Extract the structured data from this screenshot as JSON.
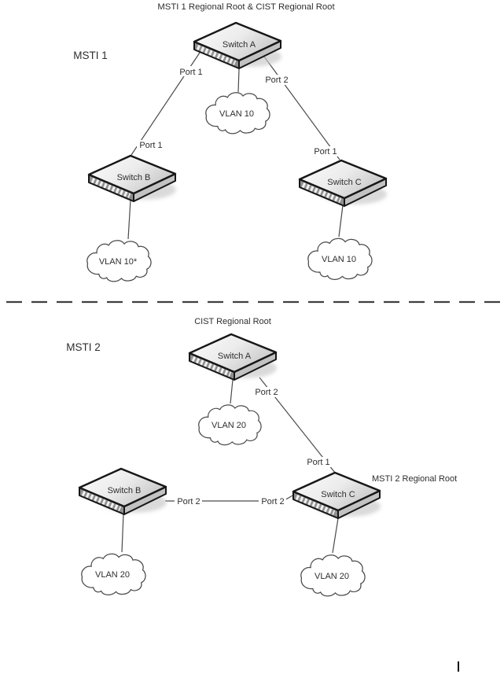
{
  "theme": {
    "background": "#ffffff",
    "ink": "#2e2e2e",
    "line": "#4a4a4a"
  },
  "diagram": {
    "msti1": {
      "title": "MSTI 1 Regional Root & CIST Regional Root",
      "region": "MSTI 1",
      "switch_a": {
        "label": "Switch A",
        "port1": "Port 1",
        "port2": "Port 2",
        "vlan": "VLAN 10"
      },
      "switch_b": {
        "label": "Switch B",
        "port1": "Port 1",
        "vlan": "VLAN 10*"
      },
      "switch_c": {
        "label": "Switch C",
        "port1": "Port 1",
        "vlan": "VLAN 10"
      }
    },
    "msti2": {
      "title": "CIST Regional Root",
      "region": "MSTI 2",
      "switch_a": {
        "label": "Switch A",
        "port2": "Port 2",
        "vlan": "VLAN 20"
      },
      "switch_b": {
        "label": "Switch B",
        "port2": "Port 2",
        "vlan": "VLAN 20"
      },
      "switch_c": {
        "label": "Switch C",
        "port1": "Port 1",
        "port2": "Port 2",
        "vlan": "VLAN 20",
        "root_label": "MSTI 2 Regional Root"
      }
    }
  }
}
